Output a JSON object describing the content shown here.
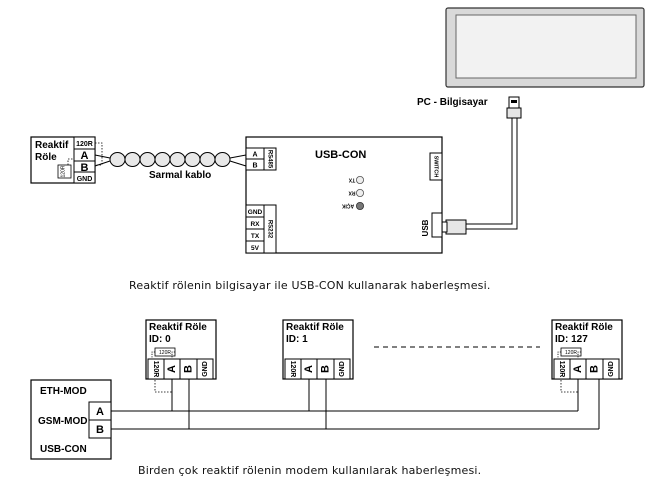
{
  "top": {
    "pc_label": "PC - Bilgisayar",
    "relay_title_1": "Reaktif",
    "relay_title_2": "Röle",
    "relay_terms": [
      "120R",
      "A",
      "B",
      "GND"
    ],
    "relay_resistor": "120R",
    "cable_label": "Sarmal kablo",
    "usbcon": {
      "title": "USB-CON",
      "rs485_terms": [
        "A",
        "B"
      ],
      "rs485_label": "RS485",
      "rs232_terms": [
        "GND",
        "RX",
        "TX",
        "5V"
      ],
      "rs232_label": "RS232",
      "switch_label": "SWITCH",
      "usb_label": "USB",
      "leds": [
        "TX",
        "RX",
        "AÇIK"
      ]
    },
    "caption": "Reaktif rölenin bilgisayar ile USB-CON kullanarak haberleşmesi."
  },
  "bottom": {
    "relays": [
      {
        "title": "Reaktif Röle",
        "id": "ID: 0"
      },
      {
        "title": "Reaktif Röle",
        "id": "ID: 1"
      },
      {
        "title": "Reaktif Röle",
        "id": "ID: 127"
      }
    ],
    "relay_terms": [
      "120R",
      "A",
      "B",
      "GND"
    ],
    "relay_resistor": "120R",
    "modem_lines": [
      "ETH-MOD",
      "GSM-MOD",
      "USB-CON"
    ],
    "modem_terms": [
      "A",
      "B"
    ],
    "caption": "Birden çok reaktif rölenin modem kullanılarak haberleşmesi."
  }
}
